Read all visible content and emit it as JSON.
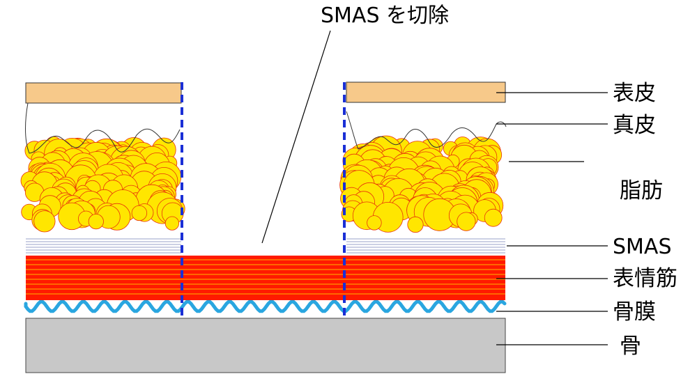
{
  "title": "SMAS を切除",
  "labels": {
    "epidermis": "表皮",
    "dermis": "真皮",
    "fat": "脂肪",
    "smas": "SMAS",
    "muscle": "表情筋",
    "periosteum": "骨膜",
    "bone": "骨"
  },
  "colors": {
    "epidermis": "#f7c98a",
    "fat": "#ffe600",
    "fat_outline": "#e8330a",
    "muscle": "#ff1a00",
    "muscle_stripe": "#ffb400",
    "smas_line": "#9aa0c8",
    "periosteum": "#2aa6e0",
    "bone": "#c8c8c8",
    "cut_line": "#1a2fd6"
  }
}
